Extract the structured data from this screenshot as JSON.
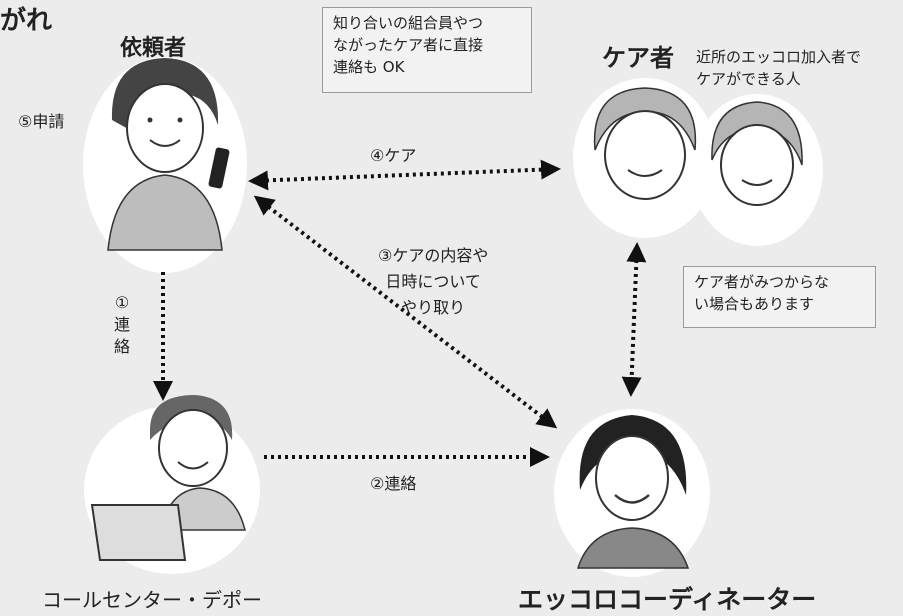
{
  "title_fragment": "がれ",
  "nodes": {
    "requester": {
      "label": "依頼者"
    },
    "caregiver": {
      "label": "ケア者",
      "description_line1": "近所のエッコロ加入者で",
      "description_line2": "ケアができる人"
    },
    "callcenter": {
      "label": "コールセンター・デポー"
    },
    "coordinator": {
      "label": "エッコロコーディネーター"
    }
  },
  "notes": {
    "direct_contact": {
      "line1": "知り合いの組合員やつ",
      "line2": "ながったケア者に直接",
      "line3": "連絡も OK"
    },
    "not_found": {
      "line1": "ケア者がみつからな",
      "line2": "い場合もあります"
    }
  },
  "steps": {
    "step1": {
      "num": "①",
      "line1": "連",
      "line2": "絡"
    },
    "step2": "②連絡",
    "step3": {
      "line1": "③ケアの内容や",
      "line2": "日時について",
      "line3": "やり取り"
    },
    "step4": "④ケア",
    "step5": "⑤申請"
  }
}
